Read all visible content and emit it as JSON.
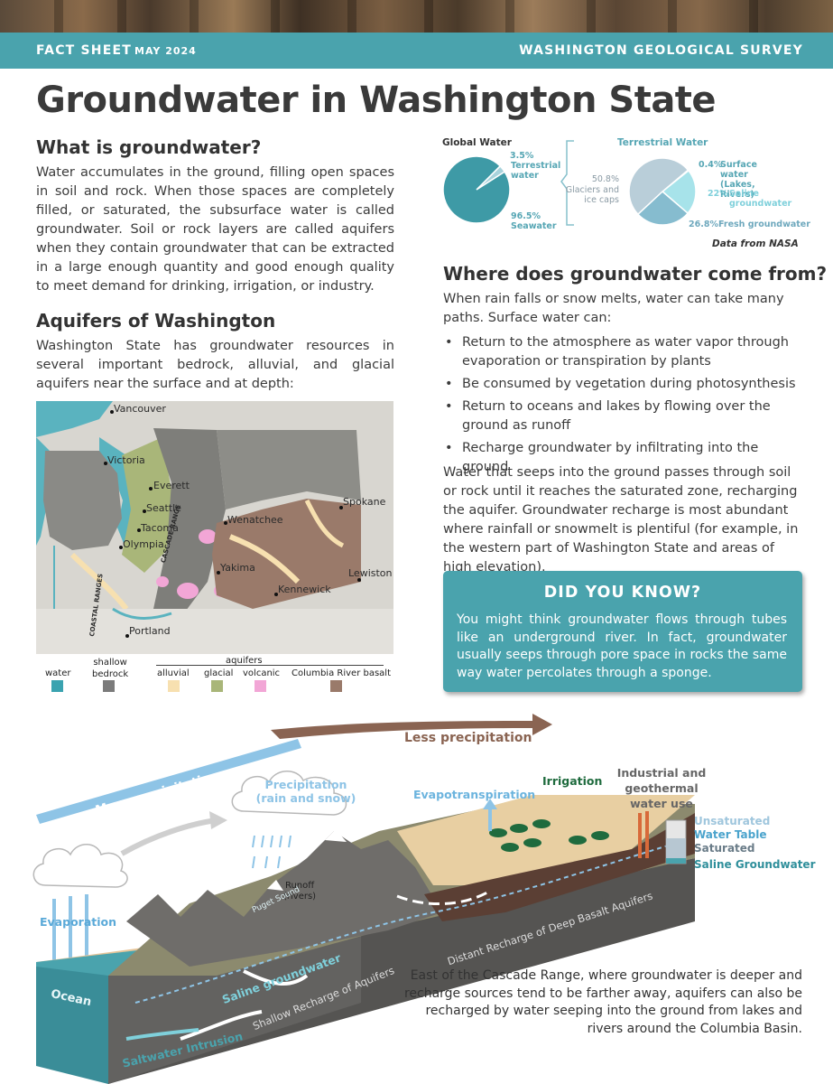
{
  "header": {
    "label": "FACT SHEET",
    "date": "MAY 2024",
    "org": "WASHINGTON GEOLOGICAL SURVEY"
  },
  "title": "Groundwater in Washington State",
  "what": {
    "heading": "What is groundwater?",
    "body": "Water accumulates in the ground, filling open spaces in soil and rock. When those spaces are completely filled, or saturated, the subsurface water is called groundwater. Soil or rock layers are called aquifers when they contain groundwater that can be extracted in a large enough quantity and good enough quality to meet demand for drinking, irrigation, or industry."
  },
  "aquifers": {
    "heading": "Aquifers of Washington",
    "body": "Washington State has groundwater resources in several important bedrock, alluvial, and glacial aquifers near the surface and at depth:"
  },
  "map": {
    "cities": [
      "Vancouver",
      "Victoria",
      "Everett",
      "Seattle",
      "Tacoma",
      "Olympia",
      "Wenatchee",
      "Spokane",
      "Yakima",
      "Kennewick",
      "Lewiston",
      "Portland"
    ],
    "ranges": [
      "CASCADE RANGE",
      "COASTAL RANGES"
    ]
  },
  "legend": {
    "aquifers_label": "aquifers",
    "items": [
      {
        "label": "water",
        "color": "#3aa3b0"
      },
      {
        "label": "shallow\nbedrock",
        "color": "#7b7b7b"
      },
      {
        "label": "alluvial",
        "color": "#f7e0b0"
      },
      {
        "label": "glacial",
        "color": "#a9b679"
      },
      {
        "label": "volcanic",
        "color": "#f2a6d6"
      },
      {
        "label": "Columbia River basalt",
        "color": "#9a7a6a"
      }
    ]
  },
  "charts": {
    "source": "Data from NASA",
    "global": {
      "title": "Global Water",
      "slices": [
        {
          "label": "Terrestrial water",
          "value_text": "3.5%",
          "value": 3.5,
          "color": "#a9d3dc"
        },
        {
          "label": "Seawater",
          "value_text": "96.5%",
          "value": 96.5,
          "color": "#3e9aa6"
        }
      ]
    },
    "terrestrial": {
      "title": "Terrestrial Water",
      "slices": [
        {
          "label": "Surface water (Lakes, Rivers)",
          "value_text": "0.4%",
          "value": 0.4,
          "color": "#3e9aa6"
        },
        {
          "label": "Saline groundwater",
          "value_text": "22%",
          "value": 22,
          "color": "#a7e3ea"
        },
        {
          "label": "Fresh groundwater",
          "value_text": "26.8%",
          "value": 26.8,
          "color": "#86bccf"
        },
        {
          "label": "Glaciers and ice caps",
          "value_text": "50.8%",
          "value": 50.8,
          "color": "#b9ced9"
        }
      ]
    }
  },
  "where": {
    "heading": "Where does groundwater come from?",
    "intro": "When rain falls or snow melts, water can take many paths. Surface water can:",
    "bullets": [
      "Return to the atmosphere as water vapor through evaporation or transpiration by plants",
      "Be consumed by vegetation during photosynthesis",
      "Return to oceans and lakes by flowing over the ground as runoff",
      "Recharge groundwater by infiltrating into the ground"
    ],
    "body": "Water that seeps into the ground passes through soil or rock until it reaches the saturated zone, recharging the aquifer. Groundwater recharge is most abundant where rainfall or snowmelt is plentiful (for example, in the western part of Washington State and areas of high elevation)."
  },
  "dyk": {
    "heading": "DID YOU KNOW?",
    "body": "You might think groundwater flows through tubes like an underground river. In fact, groundwater usually seeps through pore space in rocks the same way water percolates through a sponge."
  },
  "diagram": {
    "less_precip": "Less precipitation",
    "more_precip": "More precipitation",
    "precip": "Precipitation\n(rain and snow)",
    "evapotranspiration": "Evapotranspiration",
    "irrigation": "Irrigation",
    "industrial": "Industrial and\ngeothermal\nwater use",
    "evaporation": "Evaporation",
    "runoff": "Runoff\n(rivers)",
    "puget": "Puget Sound",
    "ocean": "Ocean",
    "saline_gw": "Saline groundwater",
    "shallow_recharge": "Shallow Recharge of Aquifers",
    "distant_recharge": "Distant Recharge of Deep Basalt Aquifers",
    "saltwater": "Saltwater Intrusion",
    "layers": [
      "Unsaturated",
      "Water Table",
      "Saturated",
      "Saline Groundwater"
    ],
    "caption": "East of the Cascade Range, where groundwater is deeper and recharge sources tend to be farther away, aquifers can also be recharged by water seeping into the ground from lakes and rivers around the Columbia Basin."
  }
}
